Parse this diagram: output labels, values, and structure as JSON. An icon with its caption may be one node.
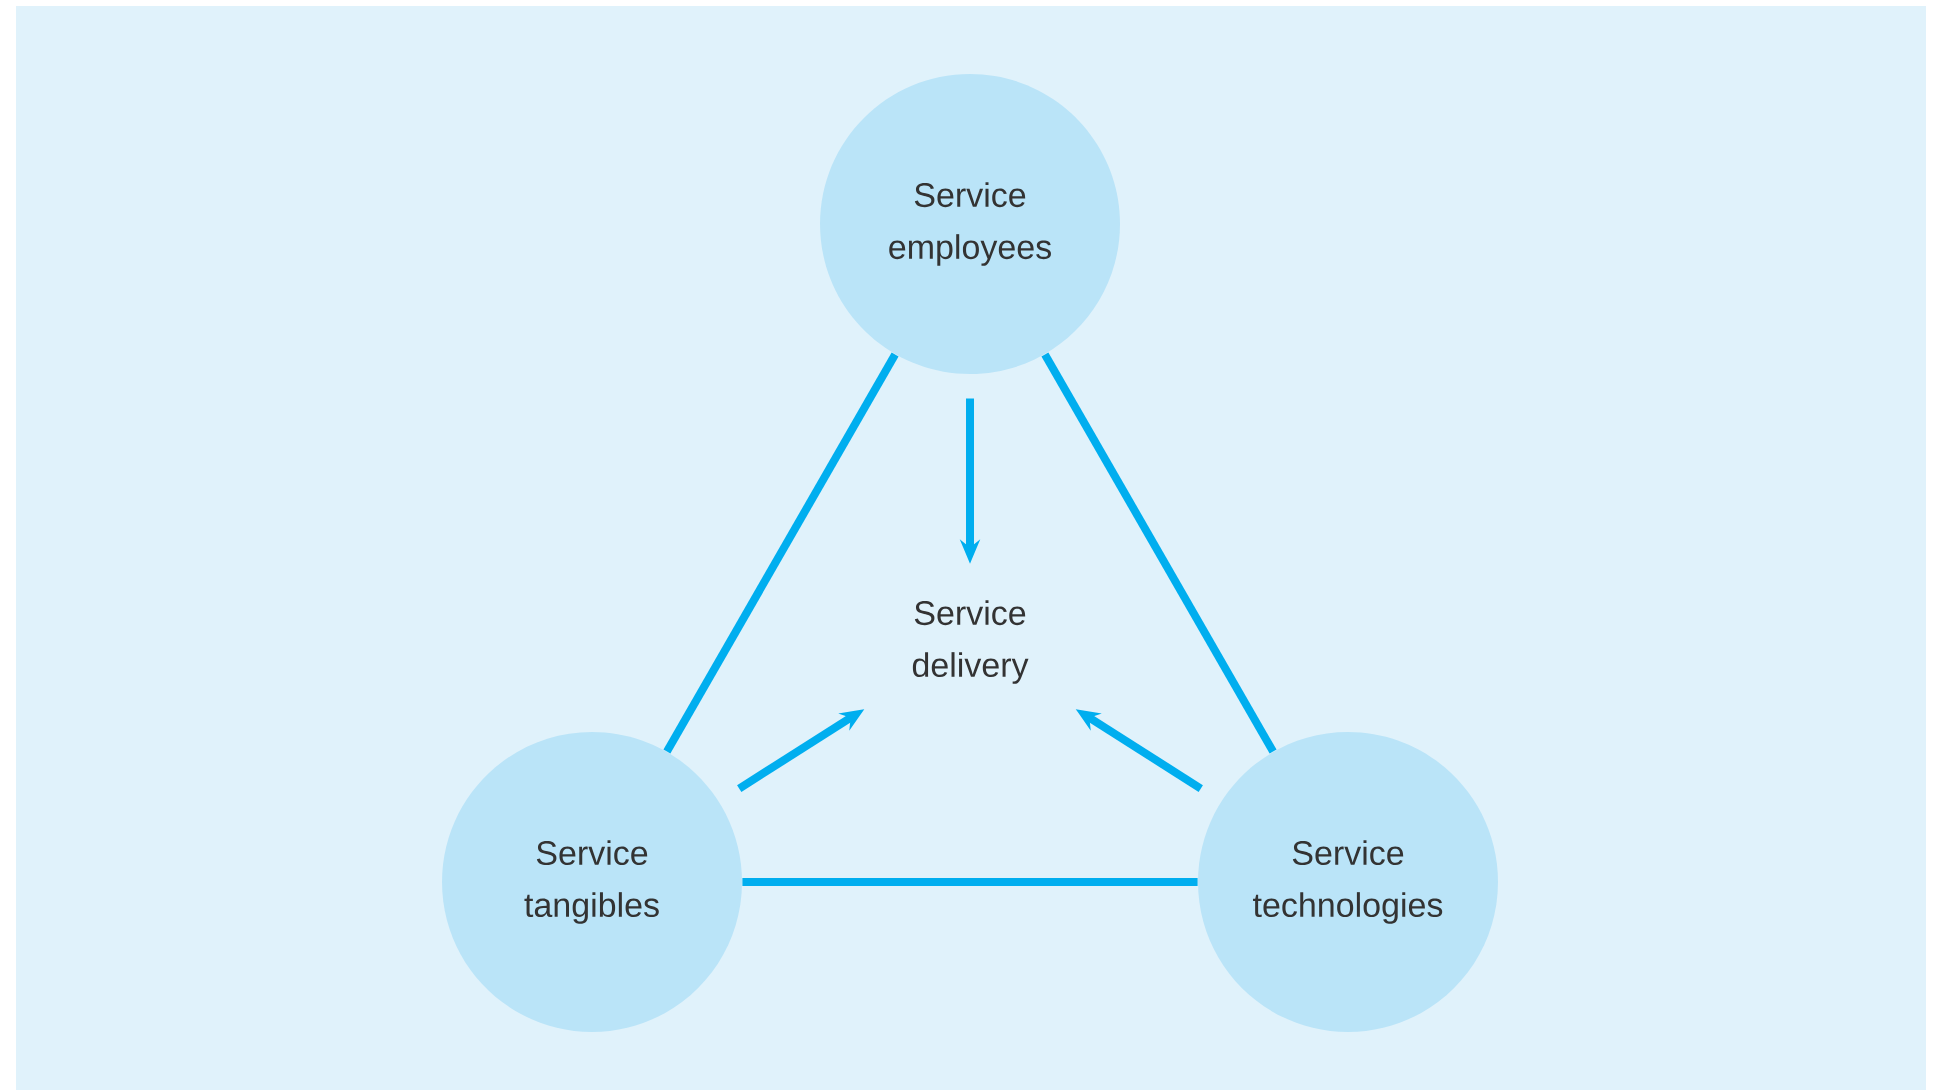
{
  "diagram": {
    "nodes": [
      {
        "text": [
          "Service employees"
        ]
      },
      {
        "text": [
          "Service delivery"
        ]
      },
      {
        "text": [
          "Service tangibles"
        ]
      },
      {
        "text": [
          "Service technologies"
        ]
      }
    ],
    "edges": [
      {
        "from": 0,
        "to": 2,
        "arrow": "none"
      },
      {
        "from": 0,
        "to": 3,
        "arrow": "none"
      },
      {
        "from": 2,
        "to": 3,
        "arrow": "none"
      },
      {
        "from": 0,
        "to": 1,
        "arrow": "to"
      },
      {
        "from": 2,
        "to": 1,
        "arrow": "to"
      },
      {
        "from": 3,
        "to": 1,
        "arrow": "to"
      }
    ]
  }
}
